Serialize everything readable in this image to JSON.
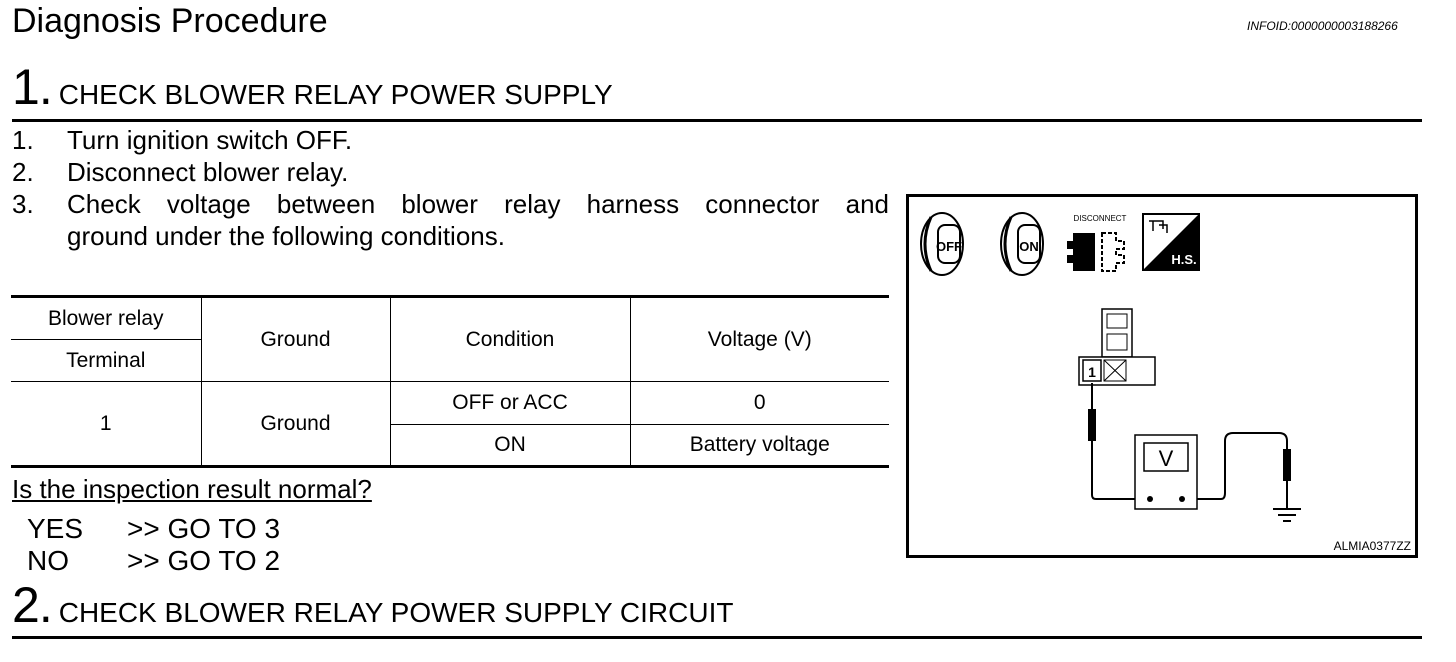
{
  "header": {
    "title": "Diagnosis Procedure",
    "info_id": "INFOID:0000000003188266"
  },
  "step1": {
    "number": "1",
    "title": "CHECK BLOWER RELAY POWER SUPPLY",
    "instructions": [
      {
        "num": "1.",
        "text": "Turn ignition switch OFF."
      },
      {
        "num": "2.",
        "text": "Disconnect blower relay."
      },
      {
        "num": "3.",
        "text": "Check voltage between blower relay harness connector and",
        "text2": "ground under the following conditions."
      }
    ],
    "table": {
      "col1_top": "Blower relay",
      "col1_bottom": "Terminal",
      "col2": "Ground",
      "col3": "Condition",
      "col4": "Voltage (V)",
      "row_terminal": "1",
      "row_ground": "Ground",
      "conditions": [
        {
          "condition": "OFF or ACC",
          "voltage": "0"
        },
        {
          "condition": "ON",
          "voltage": "Battery voltage"
        }
      ]
    },
    "question": "Is the inspection result normal?",
    "answers": [
      {
        "label": "YES",
        "action": ">> GO TO 3"
      },
      {
        "label": "NO",
        "action": ">> GO TO 2"
      }
    ]
  },
  "figure": {
    "icons": [
      "ignition-off-icon",
      "ignition-on-icon",
      "disconnect-icon",
      "harness-side-icon"
    ],
    "off_label": "OFF",
    "on_label": "ON",
    "disconnect_label": "DISCONNECT",
    "hs_label": "H.S.",
    "terminal_label": "1",
    "meter_label": "V",
    "code": "ALMIA0377ZZ"
  },
  "step2": {
    "number": "2",
    "title": "CHECK BLOWER RELAY POWER SUPPLY CIRCUIT"
  }
}
